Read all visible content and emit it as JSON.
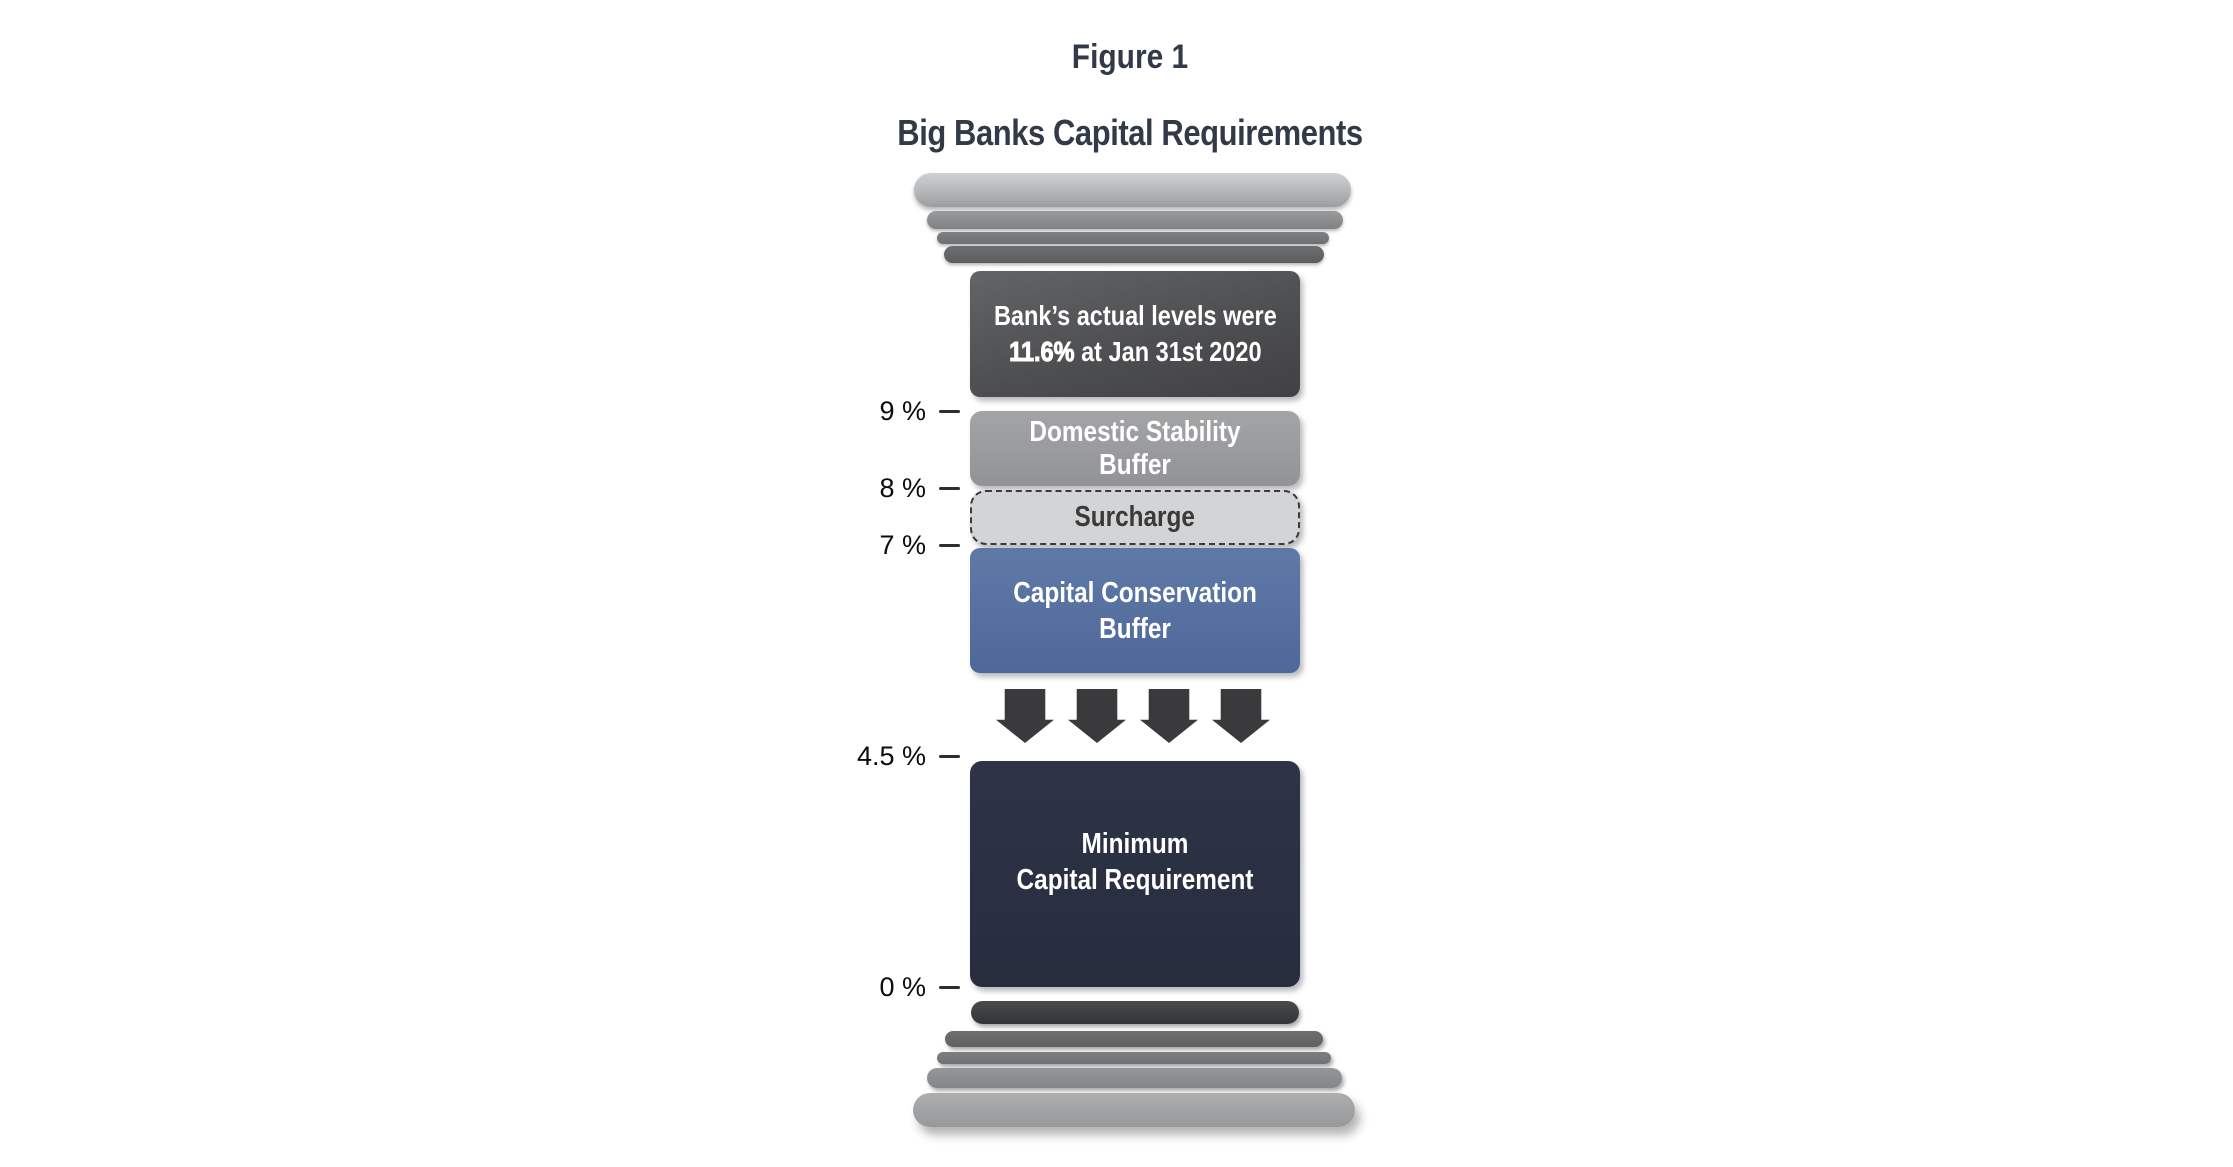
{
  "figure": {
    "label": "Figure 1",
    "title": "Big Banks Capital Requirements"
  },
  "annotation": {
    "line1": "Bank’s actual levels were",
    "value": "11.6%",
    "suffix": " at Jan 31st 2020"
  },
  "axis": [
    {
      "label": "9 %"
    },
    {
      "label": "8 %"
    },
    {
      "label": "7 %"
    },
    {
      "label": "4.5 %"
    },
    {
      "label": "0 %"
    }
  ],
  "boxes": {
    "dsb": "Domestic Stability Buffer",
    "surcharge": "Surcharge",
    "ccb": "Capital Conservation\nBuffer",
    "min": "Minimum\nCapital Requirement"
  },
  "colors": {
    "title_text": "#323947",
    "annotation_box": "#4c4d4f",
    "domestic_stability_buffer": "#9b9c9e",
    "surcharge": "#d3d4d6",
    "capital_conservation_buffer": "#56719f",
    "minimum_capital_requirement": "#2a3142",
    "arrow": "#3a3a3c",
    "column_stone_light": "#b4b6b8",
    "column_stone_dark": "#5a5c5e"
  },
  "chart_data": {
    "type": "stacked-pillar-diagram",
    "title": "Big Banks Capital Requirements",
    "figure_label": "Figure 1",
    "y_unit": "%",
    "tick_values_percent": [
      9,
      8,
      7,
      4.5,
      0
    ],
    "segments": [
      {
        "name": "Minimum Capital Requirement",
        "from_percent": 0,
        "to_percent": 4.5,
        "color": "#2a3142"
      },
      {
        "name": "Capital Conservation Buffer",
        "from_percent": 4.5,
        "to_percent": 7,
        "color": "#56719f"
      },
      {
        "name": "Surcharge",
        "from_percent": 7,
        "to_percent": 8,
        "color": "#d3d4d6"
      },
      {
        "name": "Domestic Stability Buffer",
        "from_percent": 8,
        "to_percent": 9,
        "color": "#9b9c9e"
      }
    ],
    "annotation": "Bank’s actual levels were 11.6% at Jan 31st 2020",
    "legend": "none",
    "grid": "off"
  }
}
